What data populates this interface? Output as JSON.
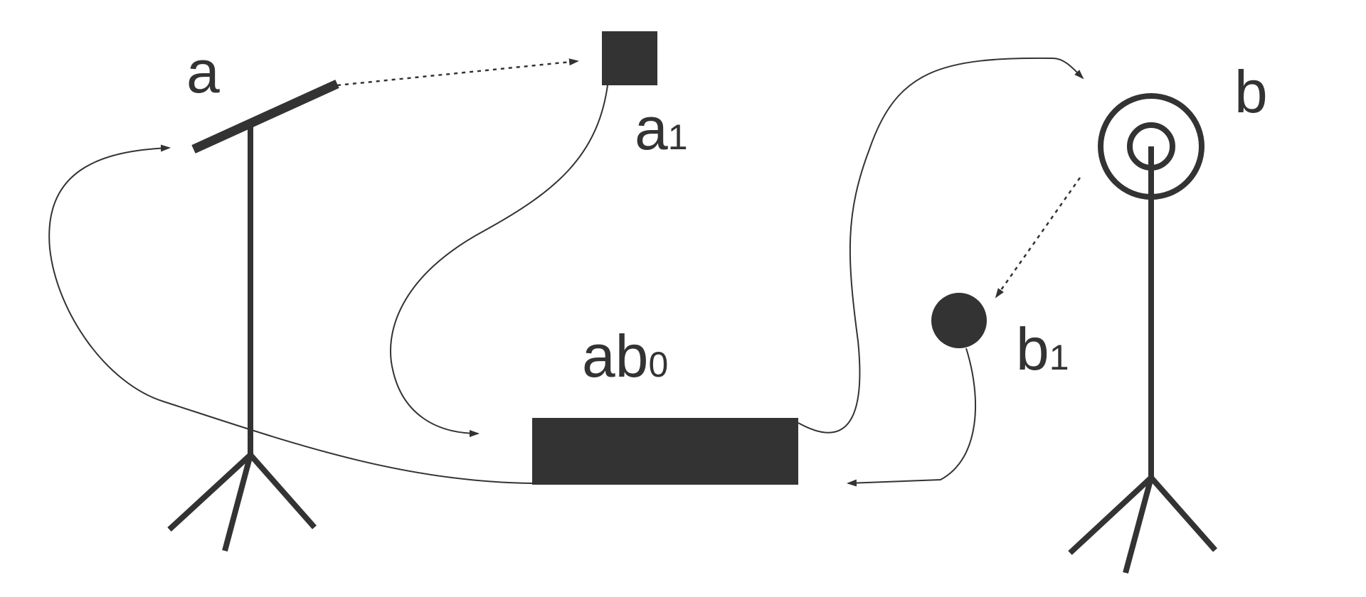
{
  "colors": {
    "ink": "#333333",
    "background": "#ffffff"
  },
  "labels": {
    "a": {
      "main": "a",
      "sub": ""
    },
    "a1": {
      "main": "a",
      "sub": "1"
    },
    "ab0": {
      "main": "ab",
      "sub": "0"
    },
    "b": {
      "main": "b",
      "sub": ""
    },
    "b1": {
      "main": "b",
      "sub": "1"
    }
  }
}
